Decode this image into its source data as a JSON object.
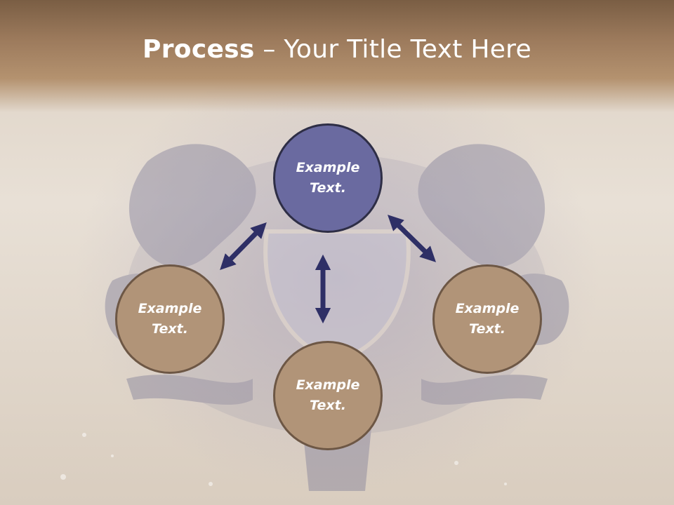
{
  "slide": {
    "title_bold": "Process",
    "title_rest": " – Your Title Text Here"
  },
  "nodes": {
    "top": "Example\nText.",
    "left": "Example\nText.",
    "right": "Example\nText.",
    "bottom": "Example\nText."
  },
  "colors": {
    "header": "#8f6f52",
    "node_tan": "#b19478",
    "node_purple": "#6a6aa0",
    "arrow": "#2e2f66"
  },
  "icons": {
    "arrows": "double-headed-arrow",
    "background": "heraldic-lions-emblem"
  }
}
